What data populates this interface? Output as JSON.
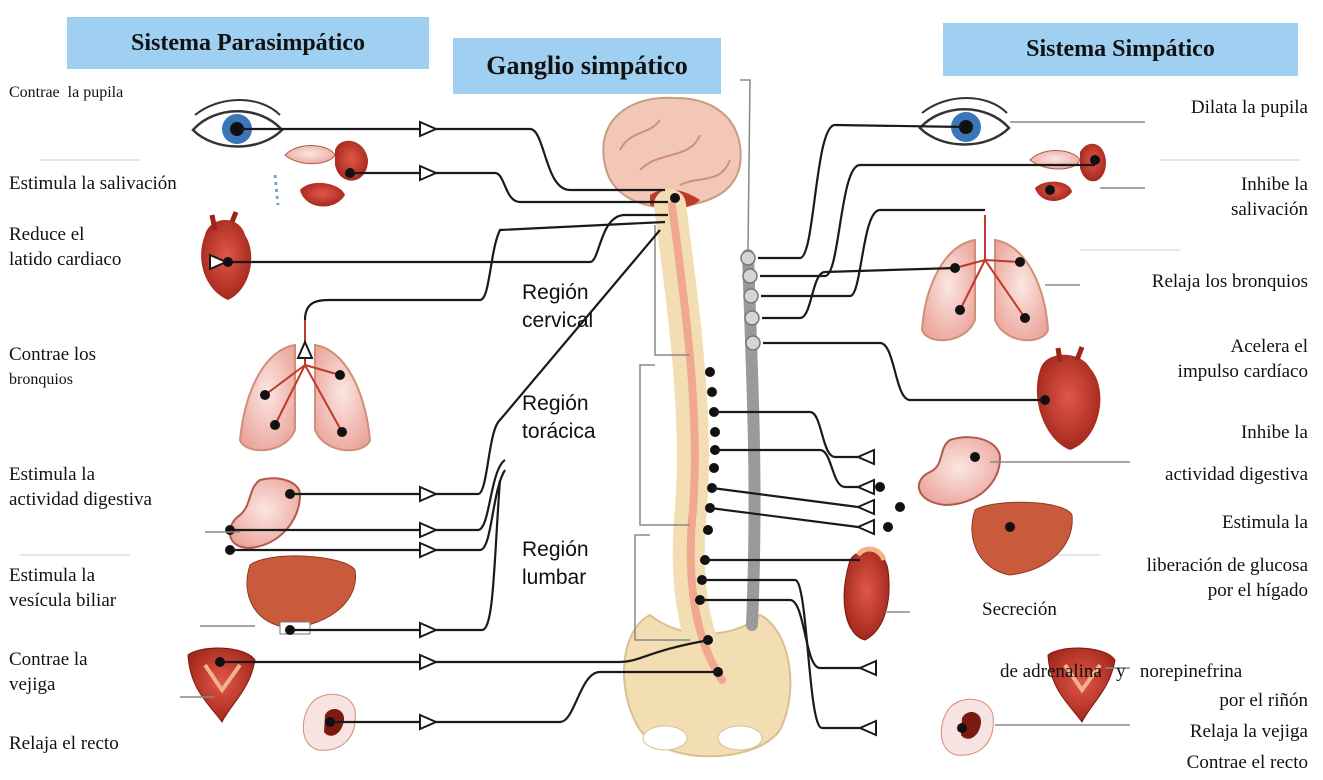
{
  "headers": {
    "parasympathetic": "Sistema Parasimpático",
    "ganglion": "Ganglio simpático",
    "sympathetic": "Sistema Simpático"
  },
  "left_labels": {
    "pupil_1": "Contrae",
    "pupil_2": "la pupila",
    "saliva": "Estimula la salivación",
    "heart_1": "Reduce el",
    "heart_2": "latido cardiaco",
    "lungs_1": "Contrae los",
    "lungs_2": "bronquios",
    "digest_1": "Estimula la",
    "digest_2": "actividad digestiva",
    "gall_1": "Estimula la",
    "gall_2": "vesícula biliar",
    "bladder_1": "Contrae la",
    "bladder_2": "vejiga",
    "rectum": "Relaja el recto"
  },
  "right_labels": {
    "pupil": "Dilata la pupila",
    "saliva_1": "Inhibe la",
    "saliva_2": "salivación",
    "bronchi": "Relaja los bronquios",
    "heart_1": "Acelera el",
    "heart_2": "impulso cardíaco",
    "digest_1": "Inhibe la",
    "digest_2": "actividad digestiva",
    "glucose_1": "Estimula la",
    "glucose_2": "liberación de glucosa",
    "glucose_3": "por el hígado",
    "adrenal_1": "Secreción",
    "adrenal_2": "de adrenalina",
    "adrenal_3": "y",
    "adrenal_4": "norepinefrina",
    "adrenal_5": "por el riñón",
    "bladder": "Relaja la vejiga",
    "rectum": "Contrae el recto"
  },
  "regions": {
    "cervical_1": "Región",
    "cervical_2": "cervical",
    "thoracic_1": "Región",
    "thoracic_2": "torácica",
    "lumbar_1": "Región",
    "lumbar_2": "lumbar"
  },
  "colors": {
    "header_bg": "#9fd0f2",
    "nerve": "#1a1a1a",
    "organ_red": "#c0392b",
    "organ_pink": "#f2b8b0",
    "spine_bone": "#f3ddb3",
    "ganglion_chain": "#9a9a9a"
  }
}
